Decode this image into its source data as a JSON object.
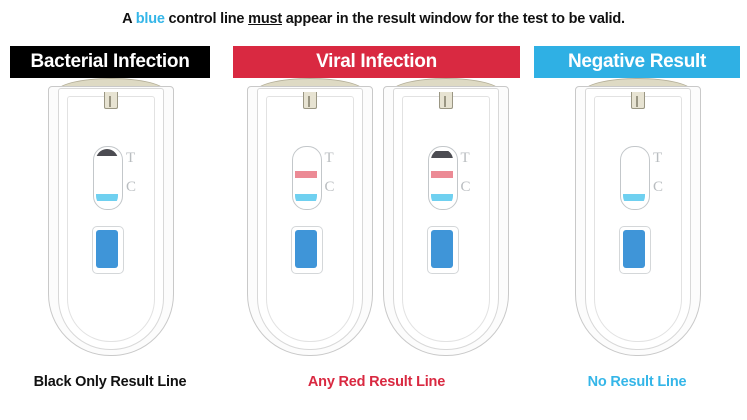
{
  "headline": {
    "part1": "A ",
    "blue_word": "blue",
    "part2": " control line ",
    "underlined_word": "must",
    "part3": " appear in the result window for the test to be valid."
  },
  "colors": {
    "black": "#000000",
    "red": "#d92941",
    "blue": "#2fb0e4",
    "blue_text": "#35b6e8",
    "line_black": "#4c4c52",
    "line_red": "#ec8a95",
    "line_blue": "#6fd0f0",
    "cap_tan": "#dedac4",
    "well_blue": "#3f95d8"
  },
  "panels": [
    {
      "id": "bacterial",
      "banner_label": "Bacterial Infection",
      "caption": "Black Only Result Line",
      "devices": [
        {
          "label_t": "T",
          "label_c": "C",
          "lines": [
            {
              "color_name": "black",
              "position": "T"
            },
            {
              "color_name": "blue",
              "position": "C"
            }
          ]
        }
      ]
    },
    {
      "id": "viral",
      "banner_label": "Viral Infection",
      "caption": "Any Red Result Line",
      "devices": [
        {
          "label_t": "T",
          "label_c": "C",
          "lines": [
            {
              "color_name": "red",
              "position": "T"
            },
            {
              "color_name": "blue",
              "position": "C"
            }
          ]
        },
        {
          "label_t": "T",
          "label_c": "C",
          "lines": [
            {
              "color_name": "black",
              "position": "top"
            },
            {
              "color_name": "red",
              "position": "T"
            },
            {
              "color_name": "blue",
              "position": "C"
            }
          ]
        }
      ]
    },
    {
      "id": "negative",
      "banner_label": "Negative Result",
      "caption": "No Result Line",
      "devices": [
        {
          "label_t": "T",
          "label_c": "C",
          "lines": [
            {
              "color_name": "blue",
              "position": "C"
            }
          ]
        }
      ]
    }
  ]
}
